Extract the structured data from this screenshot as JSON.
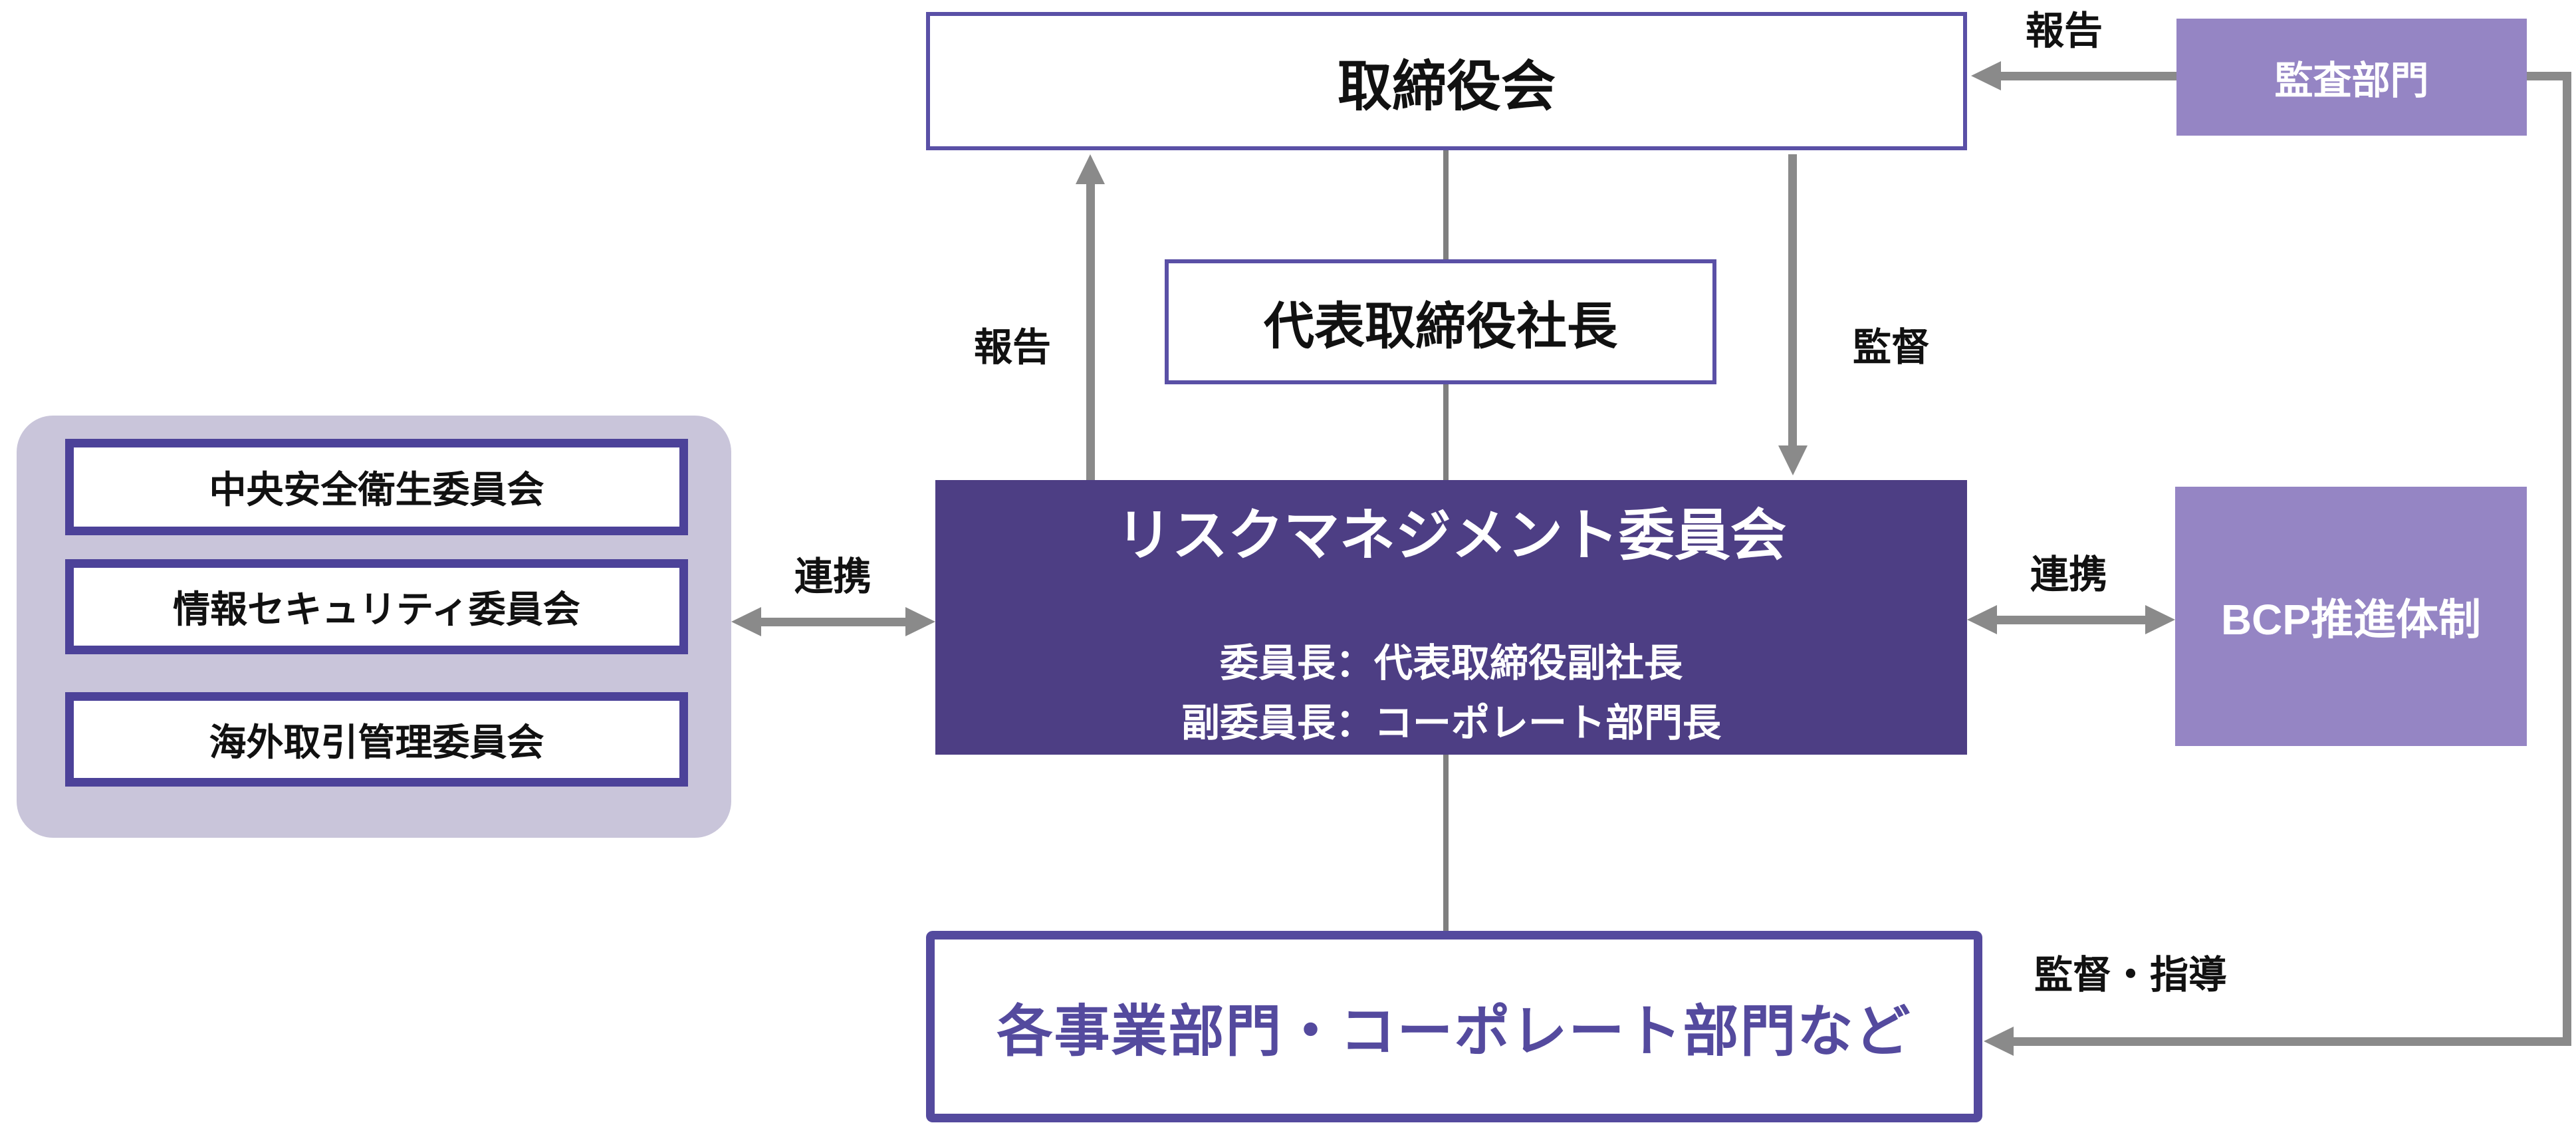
{
  "palette": {
    "dark_purple": "#4d3e84",
    "mid_purple": "#9585c4",
    "light_lavender": "#c9c5da",
    "border_purple": "#5a50a6",
    "border_thick": "#4c4299",
    "divisions_purple": "#544a9e",
    "arrow_gray": "#8a8a8a",
    "line_gray": "#7f7f7f",
    "text_black": "#111111"
  },
  "nodes": {
    "board": {
      "label": "取締役会"
    },
    "audit": {
      "label": "監査部門"
    },
    "president": {
      "label": "代表取締役社長"
    },
    "risk_committee": {
      "title": "リスクマネジメント委員会",
      "chair": "委員長：代表取締役副社長",
      "vice_chair": "副委員長：コーポレート部門長"
    },
    "sub_committees": {
      "items": [
        "中央安全衛生委員会",
        "情報セキュリティ委員会",
        "海外取引管理委員会"
      ]
    },
    "bcp": {
      "label": "BCP推進体制"
    },
    "divisions": {
      "label": "各事業部門・コーポレート部門など"
    }
  },
  "edges": {
    "report_up": {
      "label": "報告"
    },
    "supervise_down": {
      "label": "監督"
    },
    "audit_report": {
      "label": "報告"
    },
    "cooperation_left": {
      "label": "連携"
    },
    "cooperation_right": {
      "label": "連携"
    },
    "supervise_guide": {
      "label": "監督・指導"
    }
  }
}
